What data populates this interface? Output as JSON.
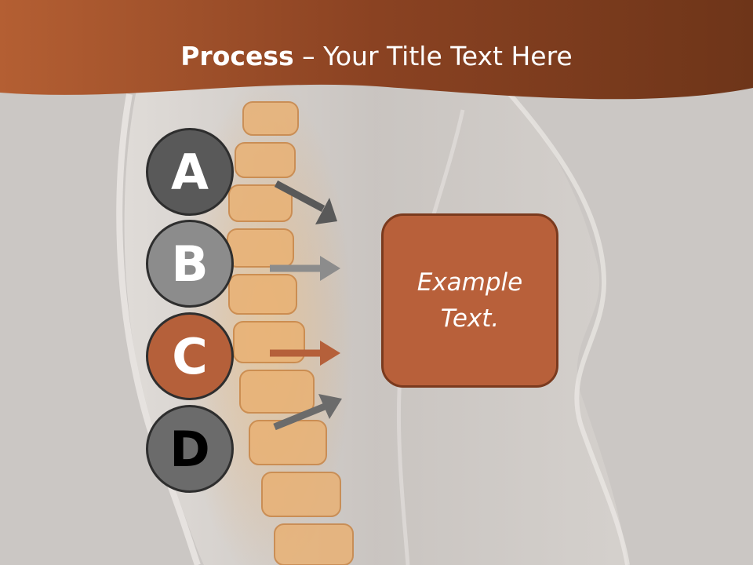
{
  "slide": {
    "title_bold": "Process",
    "title_rest": " – Your Title Text Here",
    "steps": [
      {
        "letter": "A"
      },
      {
        "letter": "B"
      },
      {
        "letter": "C"
      },
      {
        "letter": "D"
      }
    ],
    "box_text": "Example Text."
  },
  "colors": {
    "header": "#9a4a26",
    "accent": "#b8603a",
    "dark_gray": "#595959",
    "mid_gray": "#8c8c8c",
    "arrow_gray": "#6b6b6b"
  }
}
